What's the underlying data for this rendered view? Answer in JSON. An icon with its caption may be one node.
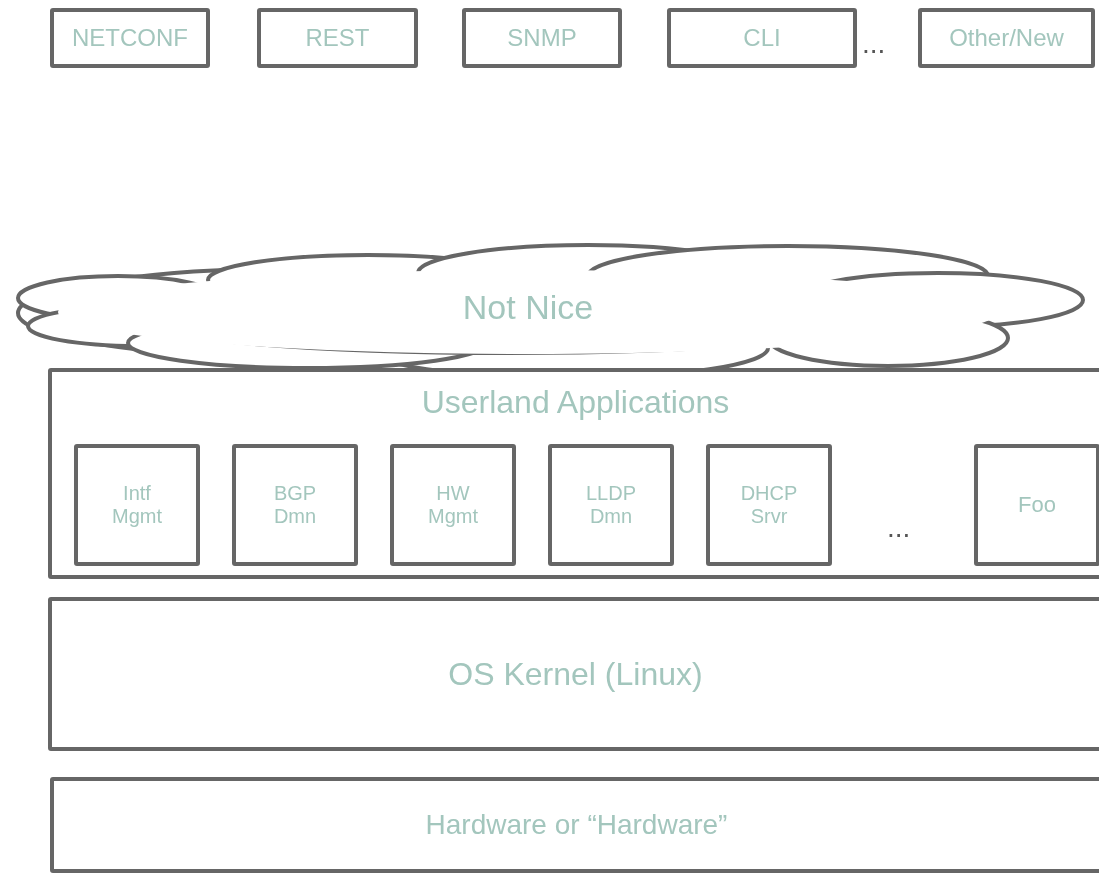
{
  "diagram": {
    "nodes": [
      {
        "text": [
          "NETCONF"
        ]
      },
      {
        "text": [
          "REST"
        ]
      },
      {
        "text": [
          "SNMP"
        ]
      },
      {
        "text": [
          "CLI"
        ]
      },
      {
        "text": [
          "Other/New"
        ]
      },
      {
        "text": [
          "Not Nice"
        ]
      },
      {
        "text": [
          "Userland Applications"
        ]
      },
      {
        "text": [
          "Intf Mgmt"
        ],
        "in": 6
      },
      {
        "text": [
          "BGP Dmn"
        ],
        "in": 6
      },
      {
        "text": [
          "HW Mgmt"
        ],
        "in": 6
      },
      {
        "text": [
          "LLDP Dmn"
        ],
        "in": 6
      },
      {
        "text": [
          "DHCP Srvr"
        ],
        "in": 6
      },
      {
        "text": [
          "Foo"
        ],
        "in": 6
      },
      {
        "text": [
          "OS Kernel (Linux)"
        ]
      },
      {
        "text": [
          "Hardware or “Hardware”"
        ]
      }
    ],
    "edges": [],
    "labels": [
      "...",
      "..."
    ]
  }
}
